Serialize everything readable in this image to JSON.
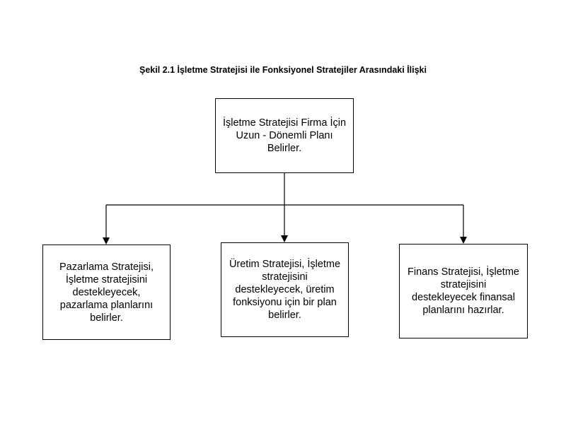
{
  "title": "Şekil 2.1 İşletme Stratejisi ile Fonksiyonel Stratejiler Arasındaki İlişki",
  "boxes": {
    "top": "İşletme Stratejisi Firma İçin Uzun - Dönemli Planı Belirler.",
    "left": "Pazarlama Stratejisi, İşletme stratejisini destekleyecek, pazarlama planlarını belirler.",
    "middle": "Üretim Stratejisi, İşletme stratejisini destekleyecek, üretim fonksiyonu için bir plan belirler.",
    "right": "Finans Stratejisi, İşletme stratejisini destekleyecek finansal planlarını hazırlar."
  }
}
